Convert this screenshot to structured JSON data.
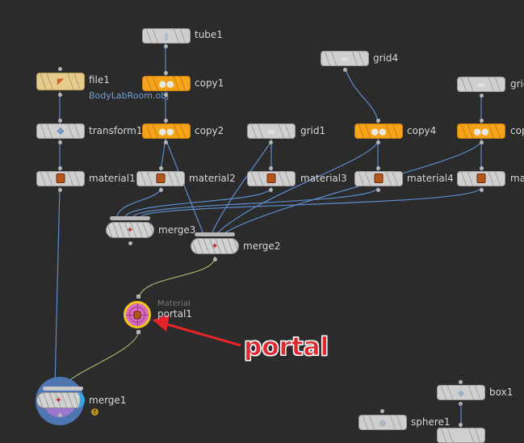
{
  "editor": {
    "type": "network-view",
    "wire_color": "#5b8ccc",
    "portal_wire_color": "#9fb26b",
    "background": "#2b2b2b"
  },
  "nodes": [
    {
      "id": "tube1",
      "label": "tube1",
      "icon": "tube-icon",
      "style": "gray"
    },
    {
      "id": "file1",
      "label": "file1",
      "sublabel": "BodyLabRoom.obj",
      "icon": "file-icon",
      "style": "file"
    },
    {
      "id": "copy1",
      "label": "copy1",
      "icon": "copy-icon",
      "style": "orange"
    },
    {
      "id": "transform1",
      "label": "transform1",
      "icon": "transform-icon",
      "style": "gray"
    },
    {
      "id": "copy2",
      "label": "copy2",
      "icon": "copy-icon",
      "style": "orange"
    },
    {
      "id": "grid4",
      "label": "grid4",
      "icon": "grid-icon",
      "style": "gray"
    },
    {
      "id": "grid1",
      "label": "grid1",
      "icon": "grid-icon",
      "style": "gray"
    },
    {
      "id": "copy4",
      "label": "copy4",
      "icon": "copy-icon",
      "style": "orange"
    },
    {
      "id": "grid5",
      "label": "grid",
      "icon": "grid-icon",
      "style": "gray"
    },
    {
      "id": "copy5",
      "label": "cop",
      "icon": "copy-icon",
      "style": "orange"
    },
    {
      "id": "material1",
      "label": "material1",
      "icon": "material-icon",
      "style": "gray"
    },
    {
      "id": "material2",
      "label": "material2",
      "icon": "material-icon",
      "style": "gray"
    },
    {
      "id": "material3",
      "label": "material3",
      "icon": "material-icon",
      "style": "gray"
    },
    {
      "id": "material4",
      "label": "material4",
      "icon": "material-icon",
      "style": "gray"
    },
    {
      "id": "material5",
      "label": "ma",
      "icon": "material-icon",
      "style": "gray"
    },
    {
      "id": "merge3",
      "label": "merge3",
      "icon": "merge-icon",
      "style": "merge"
    },
    {
      "id": "merge2",
      "label": "merge2",
      "icon": "merge-icon",
      "style": "merge"
    },
    {
      "id": "portal1",
      "label": "portal1",
      "category": "Material",
      "icon": "material-icon",
      "style": "portal"
    },
    {
      "id": "merge1",
      "label": "merge1",
      "icon": "merge-icon",
      "style": "merge-selected",
      "warning": "!"
    },
    {
      "id": "box1",
      "label": "box1",
      "icon": "box-icon",
      "style": "gray"
    },
    {
      "id": "sphere1",
      "label": "sphere1",
      "icon": "sphere-icon",
      "style": "gray"
    }
  ],
  "annotation": {
    "text": "portal",
    "color": "#e8232a",
    "points_to": "portal1"
  }
}
